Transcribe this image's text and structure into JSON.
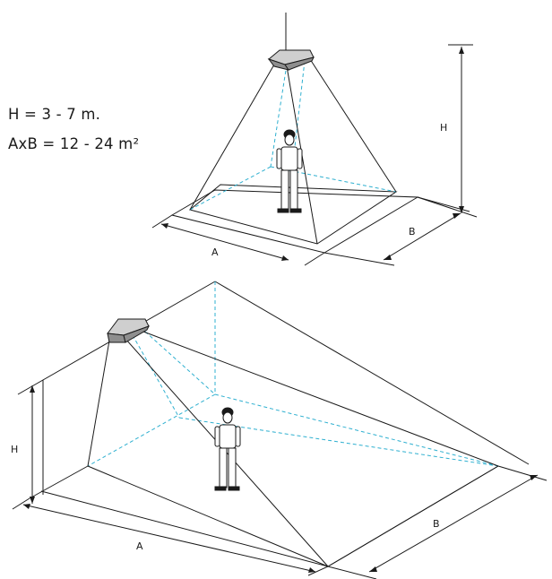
{
  "specs": {
    "height_range": "H = 3 - 7 m.",
    "area_range": "AxB = 12 - 24 m²"
  },
  "top_diagram": {
    "label_h": "H",
    "label_a": "A",
    "label_b": "B"
  },
  "bottom_diagram": {
    "label_h": "H",
    "label_a": "A",
    "label_b": "B"
  },
  "colors": {
    "line": "#1a1a1a",
    "light_cone_dashed": "#2fb0d0",
    "lamp_top": "#cfcfcf",
    "lamp_side": "#8e8e8e"
  }
}
